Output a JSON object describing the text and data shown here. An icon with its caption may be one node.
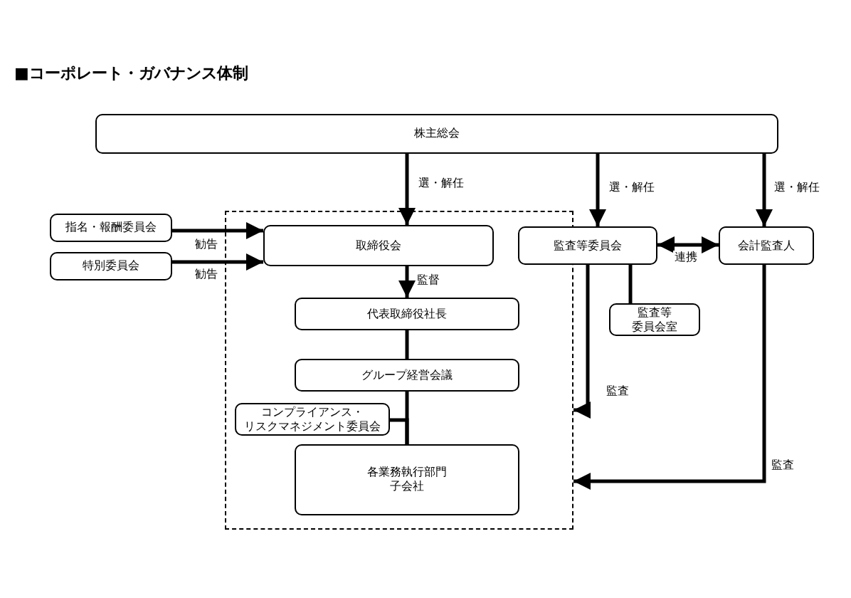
{
  "diagram": {
    "title": "■コーポレート・ガバナンス体制",
    "nodes": [
      {
        "text": [
          "株主総会"
        ]
      },
      {
        "text": [],
        "shape": "box"
      },
      {
        "text": [
          "指名・報酬委員会"
        ]
      },
      {
        "text": [
          "特別委員会"
        ]
      },
      {
        "text": [
          "取締役会"
        ],
        "in": 1
      },
      {
        "text": [
          "代表取締役社長"
        ],
        "in": 1
      },
      {
        "text": [
          "グループ経営会議"
        ],
        "in": 1
      },
      {
        "text": [
          "コンプライアンス・リスクマネジメント委員会"
        ],
        "in": 1
      },
      {
        "text": [
          "各業務執行部門子会社"
        ],
        "in": 1
      },
      {
        "text": [
          "監査等委員会"
        ]
      },
      {
        "text": [
          "会計監査人"
        ]
      },
      {
        "text": [
          "監査等委員会室"
        ]
      }
    ],
    "edges": [
      {
        "from": 0,
        "to": 4,
        "arrow": "to",
        "label": "選・解任"
      },
      {
        "from": 0,
        "to": 9,
        "arrow": "to",
        "label": "選・解任"
      },
      {
        "from": 0,
        "to": 10,
        "arrow": "to",
        "label": "選・解任"
      },
      {
        "from": 2,
        "to": 4,
        "arrow": "to",
        "label": "勧告"
      },
      {
        "from": 3,
        "to": 4,
        "arrow": "to",
        "label": "勧告"
      },
      {
        "from": 4,
        "to": 5,
        "arrow": "to",
        "label": "監督"
      },
      {
        "from": 5,
        "to": 6,
        "arrow": "none"
      },
      {
        "from": 7,
        "to": 8,
        "arrow": "none"
      },
      {
        "from": 6,
        "to": 8,
        "arrow": "none"
      },
      {
        "from": 9,
        "to": 10,
        "arrow": "both",
        "label": "連携"
      },
      {
        "from": 9,
        "to": 11,
        "arrow": "none"
      },
      {
        "from": 9,
        "to": 1,
        "arrow": "to",
        "label": "監査"
      },
      {
        "from": 10,
        "to": 1,
        "arrow": "to",
        "label": "監査"
      }
    ]
  }
}
